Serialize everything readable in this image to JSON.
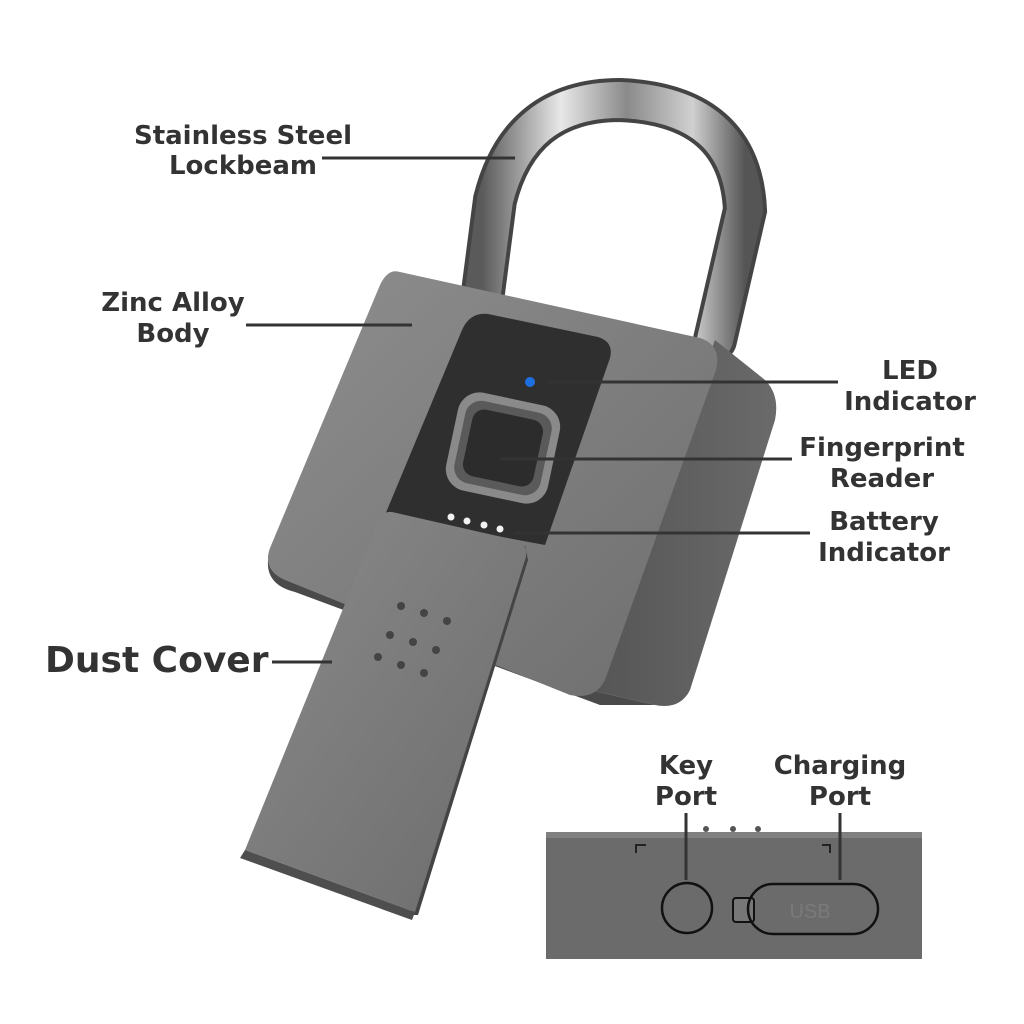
{
  "labels": {
    "lockbeam": [
      "Stainless Steel",
      "Lockbeam"
    ],
    "body": [
      "Zinc Alloy",
      "Body"
    ],
    "led": [
      "LED",
      "Indicator"
    ],
    "fingerprint": [
      "Fingerprint",
      "Reader"
    ],
    "battery": [
      "Battery",
      "Indicator"
    ],
    "dust_cover": "Dust Cover",
    "key_port": [
      "Key",
      "Port"
    ],
    "charging_port": [
      "Charging",
      "Port"
    ]
  },
  "usb_text": "USB",
  "colors": {
    "label": "#333333",
    "led": "#1e6fe0",
    "body": "#7d7d7d",
    "panel": "#2e2e2e"
  }
}
